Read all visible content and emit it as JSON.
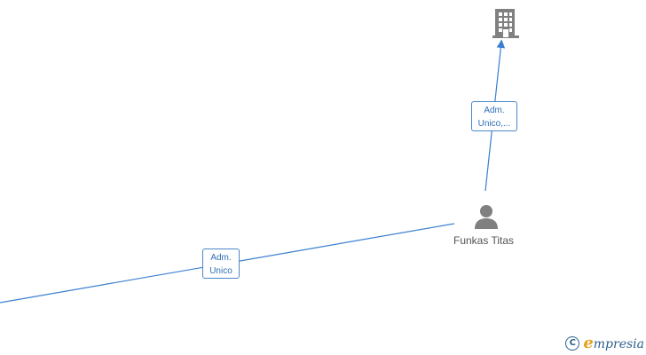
{
  "nodes": {
    "company": {
      "icon": "building-icon"
    },
    "person": {
      "icon": "person-icon",
      "name": "Funkas Titas"
    }
  },
  "edges": [
    {
      "from": "person",
      "to": "company",
      "label_lines": [
        "Adm.",
        "Unico,..."
      ]
    },
    {
      "from": "offscreen",
      "to": "person",
      "label_lines": [
        "Adm.",
        "Unico"
      ]
    }
  ],
  "footer": {
    "copyright_symbol": "C",
    "brand_initial": "e",
    "brand_rest": "mpresia"
  },
  "colors": {
    "edge": "#3a7fd0",
    "icon": "#808080",
    "brand": "#2f5f8f",
    "brand_accent": "#e8a020"
  }
}
